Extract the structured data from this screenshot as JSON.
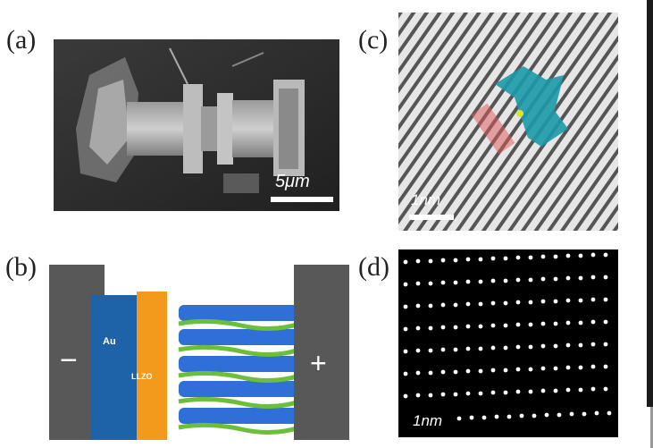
{
  "panels": {
    "a": {
      "label": "(a)",
      "scale_bar": "5μm"
    },
    "b": {
      "label": "(b)",
      "minus_sign": "−",
      "plus_sign": "+",
      "au_label": "Au",
      "llzo_label": "LLZO"
    },
    "c": {
      "label": "(c)",
      "scale_bar": "1nm"
    },
    "d": {
      "label": "(d)",
      "scale_bar": "1nm"
    }
  },
  "colors": {
    "gold_electrode": "#1e63a8",
    "llzo_layer": "#f39a1d",
    "terminal": "#555555",
    "crystal_blue": "#2f6fd8",
    "crystal_green": "#6cbf3a",
    "overlay_teal": "#1c9aa8",
    "overlay_red": "#e15a5a"
  }
}
